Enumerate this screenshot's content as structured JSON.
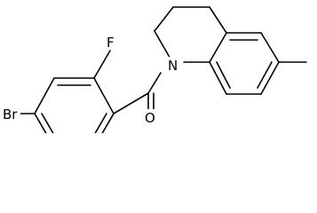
{
  "molecule": {
    "labels": {
      "bromine": "Br",
      "fluorine": "F",
      "nitrogen": "N",
      "oxygen": "O"
    }
  }
}
